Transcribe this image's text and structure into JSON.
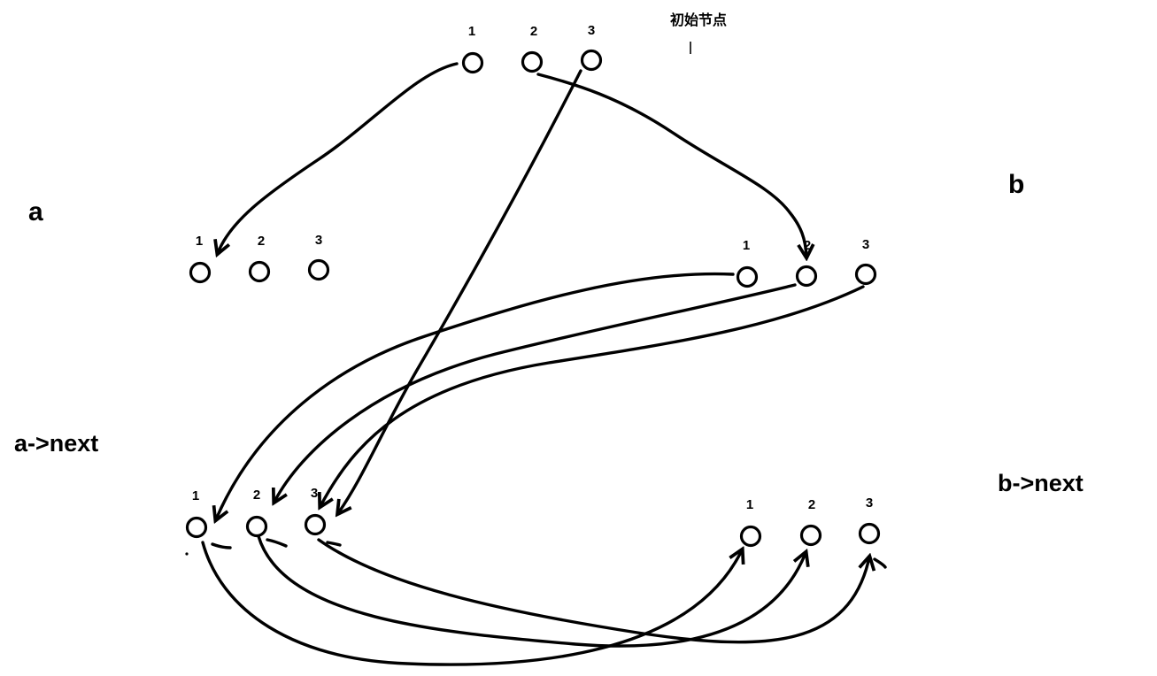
{
  "caption": "初始节点",
  "groups": {
    "initial": {
      "nodes": [
        "1",
        "2",
        "3"
      ]
    },
    "a": {
      "label": "a",
      "nodes": [
        "1",
        "2",
        "3"
      ]
    },
    "b": {
      "label": "b",
      "nodes": [
        "1",
        "2",
        "3"
      ]
    },
    "a_next": {
      "label": "a->next",
      "nodes": [
        "1",
        "2",
        "3"
      ]
    },
    "b_next": {
      "label": "b->next",
      "nodes": [
        "1",
        "2",
        "3"
      ]
    }
  }
}
